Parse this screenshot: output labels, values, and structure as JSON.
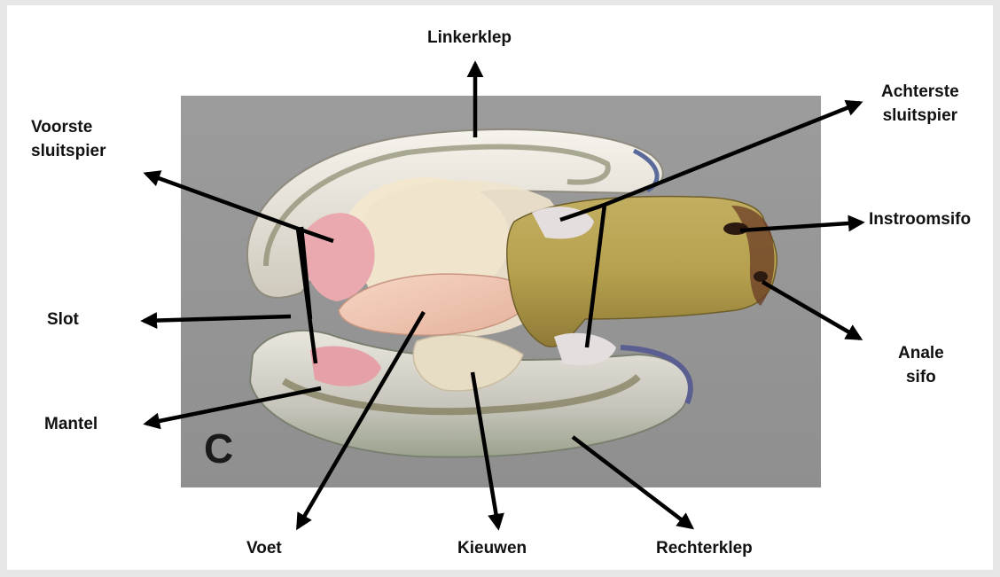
{
  "panel_letter": "C",
  "labels": {
    "linkerklep": "Linkerklep",
    "achterste_sluitspier_1": "Achterste",
    "achterste_sluitspier_2": "sluitspier",
    "voorste_sluitspier_1": "Voorste",
    "voorste_sluitspier_2": "sluitspier",
    "instroomsifo": "Instroomsifo",
    "slot": "Slot",
    "anale_sifo_1": "Anale",
    "anale_sifo_2": "sifo",
    "mantel": "Mantel",
    "voet": "Voet",
    "kieuwen": "Kieuwen",
    "rechterklep": "Rechterklep"
  },
  "colors": {
    "background": "#e6e6e6",
    "photo_backdrop": "#9a9a9a",
    "shell": "#ece8de",
    "siphon": "#b9a552",
    "foot": "#f0c8b4",
    "muscle": "#e9a9ae",
    "arrow": "#000000"
  }
}
